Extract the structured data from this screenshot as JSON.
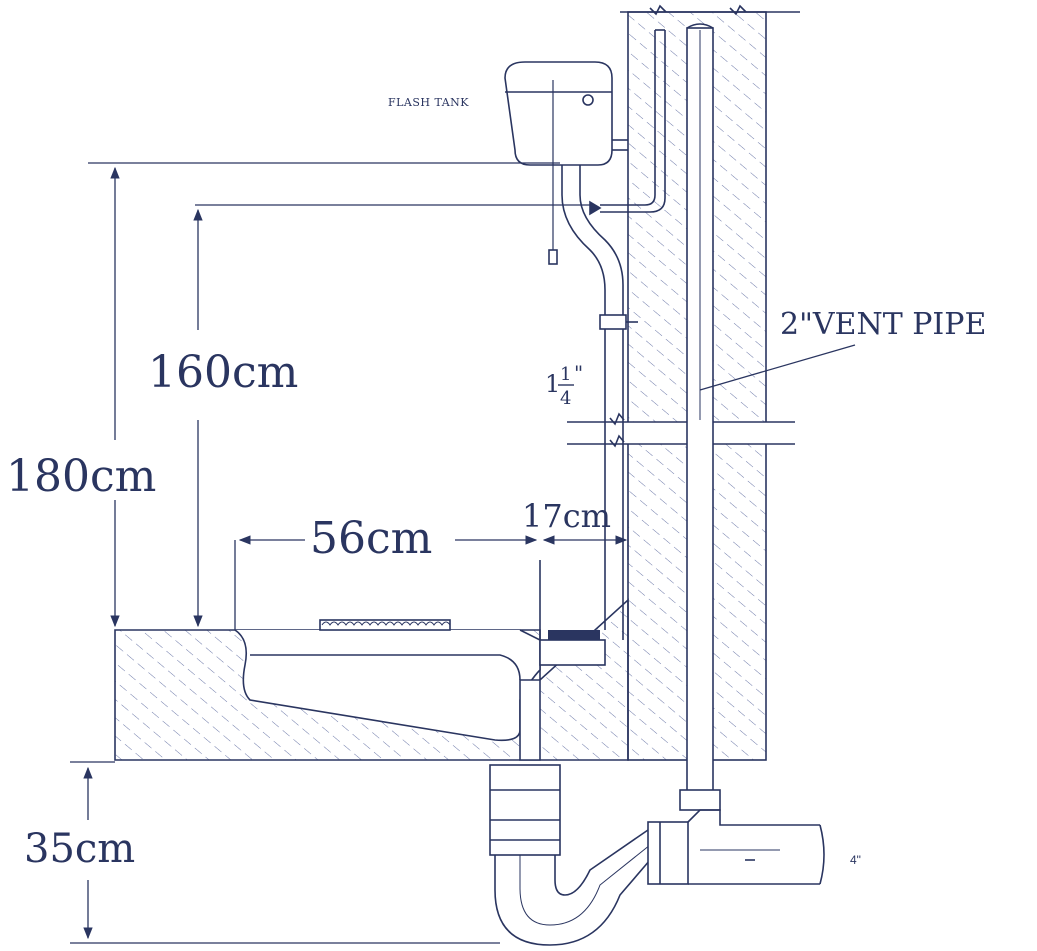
{
  "labels": {
    "flash_tank": "FLASH TANK",
    "vent_pipe": "2\"VENT PIPE",
    "pipe_size_whole": "1",
    "pipe_size_num": "1",
    "pipe_size_den": "4",
    "pipe_size_inch": "\"",
    "drain_size": "4\""
  },
  "dimensions": {
    "tank_height": "180cm",
    "inlet_height": "160cm",
    "pan_length": "56cm",
    "wall_offset": "17cm",
    "trap_depth": "35cm"
  },
  "colors": {
    "line": "#2a3560",
    "hatch": "#6c78a8",
    "background": "#ffffff"
  }
}
